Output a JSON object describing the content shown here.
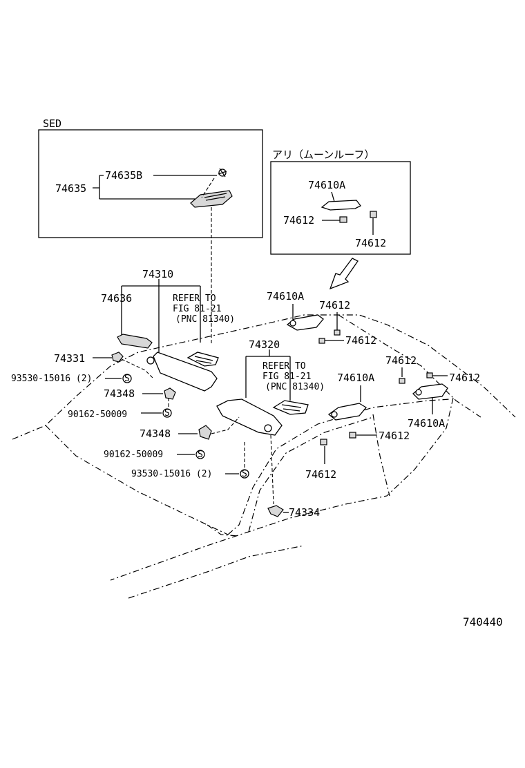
{
  "labels": {
    "sed": "SED",
    "ari": "アリ（ムーンルーフ）",
    "p74635": "74635",
    "p74635b": "74635B",
    "p74610a_box": "74610A",
    "p74612_box_a": "74612",
    "p74612_box_b": "74612",
    "p74310": "74310",
    "p74636": "74636",
    "refer1_a": "REFER TO",
    "refer1_b": "FIG 81-21",
    "refer1_c": "(PNC 81340)",
    "p74331": "74331",
    "p93530_a": "93530-15016 (2)",
    "p74348_a": "74348",
    "p90162_a": "90162-50009",
    "p74320": "74320",
    "refer2_a": "REFER TO",
    "refer2_b": "FIG 81-21",
    "refer2_c": "(PNC 81340)",
    "p74348_b": "74348",
    "p90162_b": "90162-50009",
    "p93530_b": "93530-15016 (2)",
    "p74334": "74334",
    "p74610a_1": "74610A",
    "p74612_1": "74612",
    "p74612_2": "74612",
    "p74610a_2": "74610A",
    "p74612_3": "74612",
    "p74612_4": "74612",
    "p74610a_3": "74610A",
    "p74612_5": "74612",
    "p74612_6": "74612",
    "diagram_code": "740440",
    "s_symbol": "S"
  }
}
